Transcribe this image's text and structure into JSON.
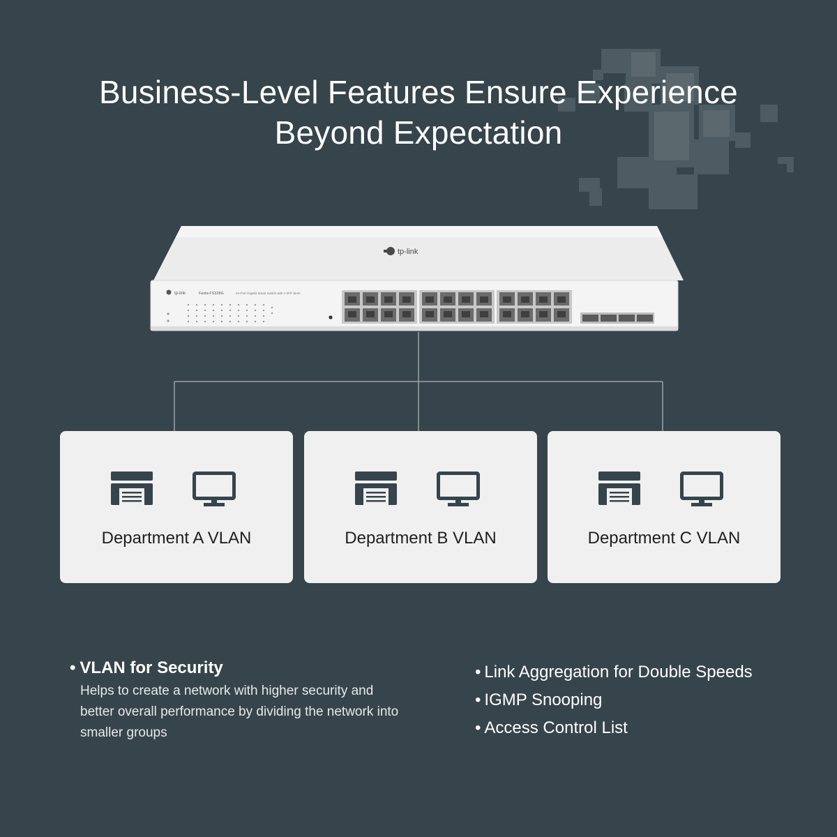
{
  "title_line1": "Business-Level Features Ensure Experience",
  "title_line2": "Beyond Expectation",
  "switch": {
    "brand_top": "tp-link",
    "brand_front": "tp-link",
    "model": "Festa FS328G",
    "description": "24-Port Gigabit Smart Switch with 4 SFP Slots"
  },
  "departments": [
    {
      "label": "Department A VLAN"
    },
    {
      "label": "Department B VLAN"
    },
    {
      "label": "Department C VLAN"
    }
  ],
  "features": {
    "main": {
      "bullet": "•",
      "title": "VLAN for Security",
      "description": "Helps to create a network with higher security and better overall performance by dividing the network into smaller groups"
    },
    "list": [
      {
        "bullet": "•",
        "label": "Link Aggregation for Double Speeds"
      },
      {
        "bullet": "•",
        "label": "IGMP Snooping"
      },
      {
        "bullet": "•",
        "label": "Access Control List"
      }
    ]
  },
  "colors": {
    "background": "#36444b",
    "card": "#f0f0f0",
    "icon": "#36444b",
    "text_dark": "#1f1f1f"
  },
  "icons": [
    "printer-icon",
    "monitor-icon",
    "tp-link-logo-icon"
  ]
}
